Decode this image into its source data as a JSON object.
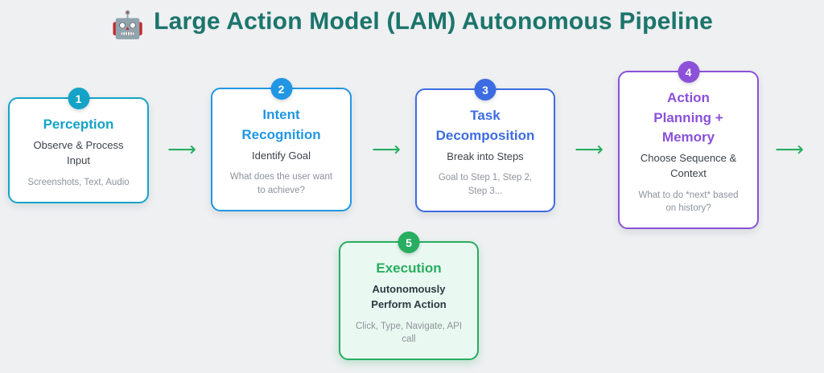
{
  "page": {
    "background": "#eef0f2",
    "robot_icon": "🤖",
    "title": "Large Action Model (LAM) Autonomous Pipeline",
    "title_color": "#1b756c"
  },
  "pipeline": {
    "arrow_glyph": "⟶",
    "arrow_color": "#27ae60",
    "stages": [
      {
        "number": "1",
        "title": "Perception",
        "subtitle": "Observe & Process Input",
        "detail": "Screenshots, Text, Audio",
        "accent": "#14a3c7",
        "bg": "#ffffff"
      },
      {
        "number": "2",
        "title": "Intent Recognition",
        "subtitle": "Identify Goal",
        "detail": "What does the user want to achieve?",
        "accent": "#2196e3",
        "bg": "#ffffff"
      },
      {
        "number": "3",
        "title": "Task Decomposition",
        "subtitle": "Break into Steps",
        "detail": "Goal to Step 1, Step 2, Step 3...",
        "accent": "#3d6ce2",
        "bg": "#ffffff"
      },
      {
        "number": "4",
        "title": "Action Planning + Memory",
        "subtitle": "Choose Sequence & Context",
        "detail": "What to do *next* based on history?",
        "accent": "#8b51d8",
        "bg": "#ffffff"
      },
      {
        "number": "5",
        "title": "Execution",
        "subtitle": "Autonomously Perform Action",
        "detail": "Click, Type, Navigate, API call",
        "accent": "#27ae60",
        "bg": "#e9f8f0"
      }
    ]
  }
}
